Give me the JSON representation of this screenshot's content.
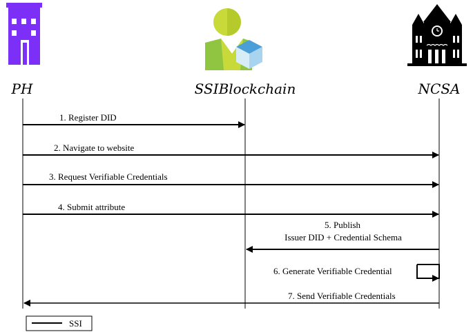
{
  "actors": {
    "ph": {
      "label": "PH",
      "icon": "building-icon",
      "color": "#7b2ff7"
    },
    "blockchain": {
      "label": "SSIBlockchain",
      "icon": "user-blockchain-icon",
      "colors": [
        "#c8d93a",
        "#8fc540",
        "#4a9fd8",
        "#d6ecf7"
      ]
    },
    "ncsa": {
      "label": "NCSA",
      "icon": "university-building-icon",
      "color": "#000000"
    }
  },
  "messages": [
    {
      "id": "m1",
      "label": "1. Register DID",
      "from": "ph",
      "to": "blockchain"
    },
    {
      "id": "m2",
      "label": "2. Navigate to website",
      "from": "ph",
      "to": "ncsa"
    },
    {
      "id": "m3",
      "label": "3. Request Verifiable Credentials",
      "from": "ph",
      "to": "ncsa"
    },
    {
      "id": "m4",
      "label": "4. Submit attribute",
      "from": "ph",
      "to": "ncsa"
    },
    {
      "id": "m5",
      "label_line1": "5. Publish",
      "label_line2": "Issuer DID + Credential Schema",
      "from": "ncsa",
      "to": "blockchain"
    },
    {
      "id": "m6",
      "label": "6. Generate Verifiable Credential",
      "from": "ncsa",
      "to": "ncsa"
    },
    {
      "id": "m7",
      "label": "7. Send Verifiable Credentials",
      "from": "ncsa",
      "to": "ph"
    }
  ],
  "legend": {
    "label": "SSI"
  }
}
